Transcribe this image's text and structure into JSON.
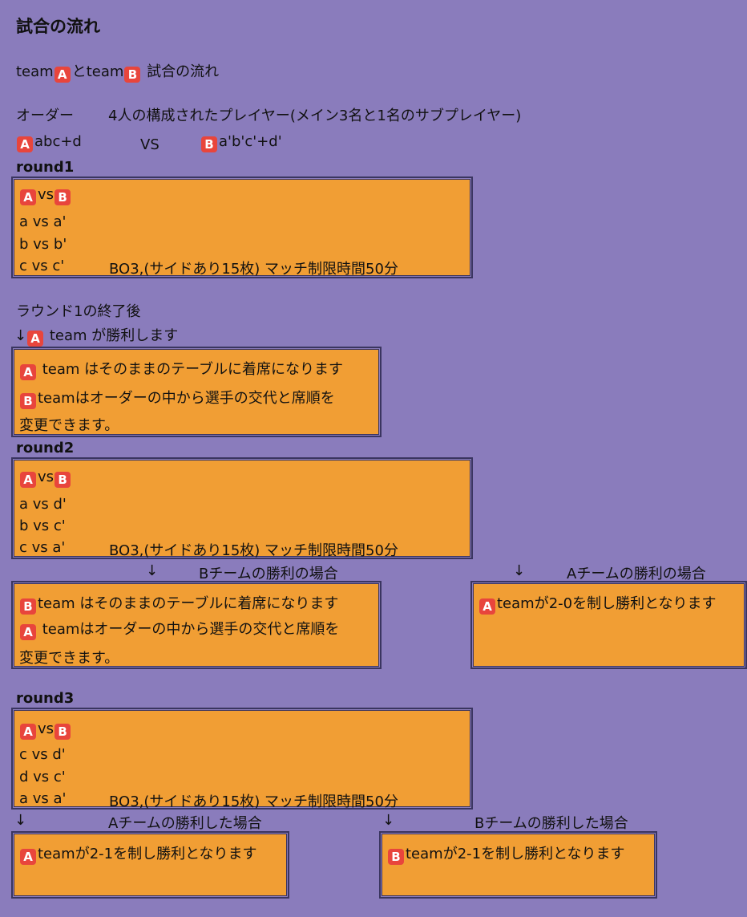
{
  "heading": "試合の流れ",
  "intro": {
    "pre": "team",
    "mid": "とteam",
    "post": " 試合の流れ"
  },
  "badges": {
    "a": "A",
    "b": "B"
  },
  "order": {
    "label": "オーダー",
    "description": "4人の構成されたプレイヤー(メイン3名と1名のサブプレイヤー)",
    "team_a": "abc+d",
    "vs": "VS",
    "team_b": "a'b'c'+d'"
  },
  "round1": {
    "label": "round1",
    "vs": "vs",
    "matches": [
      "a vs a'",
      "b vs b'",
      "c vs c'"
    ],
    "rule": "BO3,(サイドあり15枚) マッチ制限時間50分"
  },
  "after1": {
    "line1": "ラウンド1の終了後",
    "arrow": "↓",
    "line2": " team が勝利します"
  },
  "note1": {
    "line1": " team はそのままのテーブルに着席になります",
    "line2": "teamはオーダーの中から選手の交代と席順を",
    "line3": "変更できます。"
  },
  "round2": {
    "label": "round2",
    "vs": "vs",
    "matches": [
      "a vs d'",
      "b vs c'",
      "c vs a'"
    ],
    "rule": "BO3,(サイドあり15枚) マッチ制限時間50分"
  },
  "branch2": {
    "arrow_b": "↓",
    "label_b": "Bチームの勝利の場合",
    "arrow_a": "↓",
    "label_a": "Aチームの勝利の場合"
  },
  "note2b": {
    "line1": "team はそのままのテーブルに着席になります",
    "line2": " teamはオーダーの中から選手の交代と席順を",
    "line3": "変更できます。"
  },
  "note2a": {
    "line1": "teamが2-0を制し勝利となります"
  },
  "round3": {
    "label": "round3",
    "vs": "vs",
    "matches": [
      "c vs d'",
      "d vs c'",
      "a vs a'"
    ],
    "rule": "BO3,(サイドあり15枚) マッチ制限時間50分"
  },
  "branch3": {
    "arrow_a": "↓",
    "label_a": "Aチームの勝利した場合",
    "arrow_b": "↓",
    "label_b": "Bチームの勝利した場合"
  },
  "result3a": {
    "line1": "teamが2-1を制し勝利となります"
  },
  "result3b": {
    "line1": "teamが2-1を制し勝利となります"
  },
  "colors": {
    "background": "#8a7cbc",
    "box": "#f19e34",
    "badge": "#e8453c",
    "border": "#3a3560"
  }
}
